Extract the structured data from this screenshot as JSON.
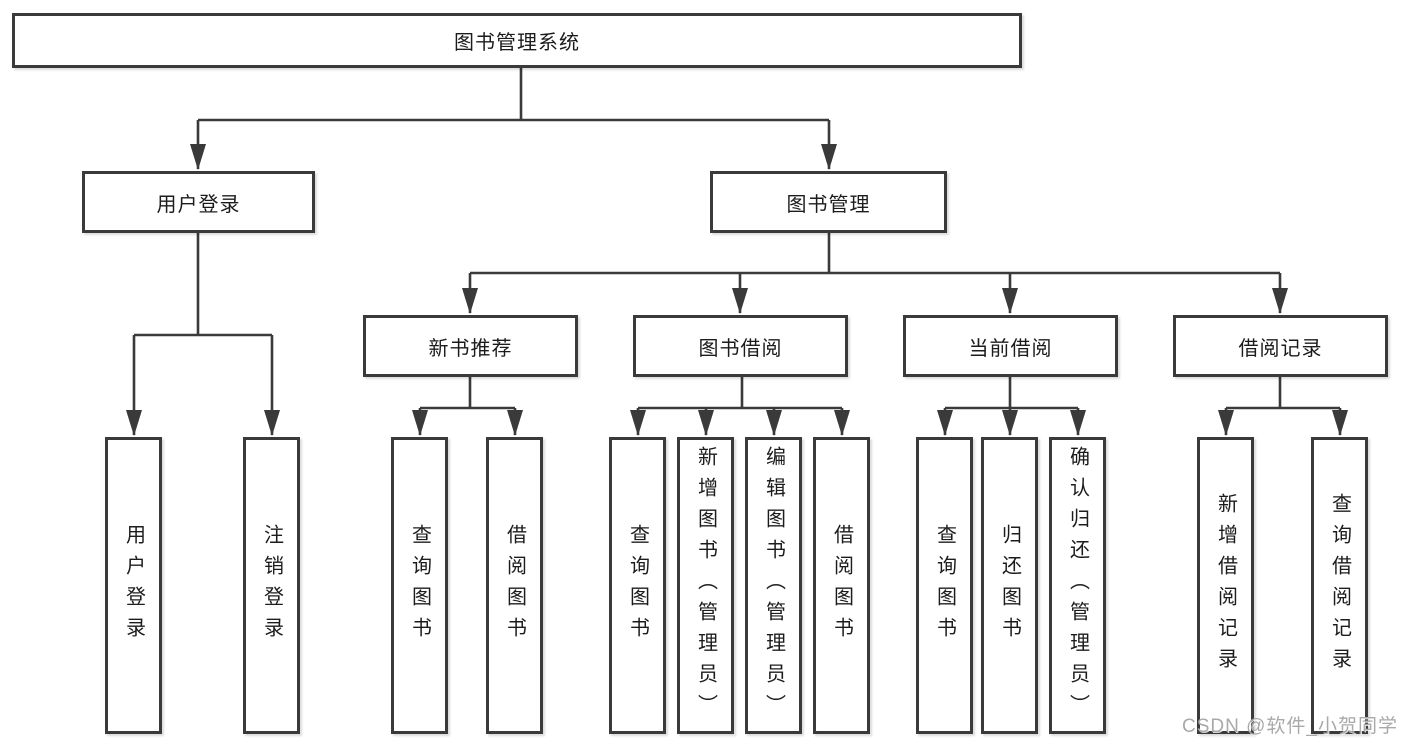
{
  "tree": {
    "label": "图书管理系统",
    "children": [
      {
        "label": "用户登录",
        "children": [
          {
            "label": "用户登录"
          },
          {
            "label": "注销登录"
          }
        ]
      },
      {
        "label": "图书管理",
        "children": [
          {
            "label": "新书推荐",
            "children": [
              {
                "label": "查询图书"
              },
              {
                "label": "借阅图书"
              }
            ]
          },
          {
            "label": "图书借阅",
            "children": [
              {
                "label": "查询图书"
              },
              {
                "label": "新增图书（管理员）"
              },
              {
                "label": "编辑图书（管理员）"
              },
              {
                "label": "借阅图书"
              }
            ]
          },
          {
            "label": "当前借阅",
            "children": [
              {
                "label": "查询图书"
              },
              {
                "label": "归还图书"
              },
              {
                "label": "确认归还（管理员）"
              }
            ]
          },
          {
            "label": "借阅记录",
            "children": [
              {
                "label": "新增借阅记录"
              },
              {
                "label": "查询借阅记录"
              }
            ]
          }
        ]
      }
    ]
  },
  "watermark": "CSDN @软件_小贺同学",
  "colors": {
    "line": "#3a3a3a",
    "text": "#1c1c1c",
    "watermark": "#a9a9a9",
    "background": "#ffffff"
  }
}
